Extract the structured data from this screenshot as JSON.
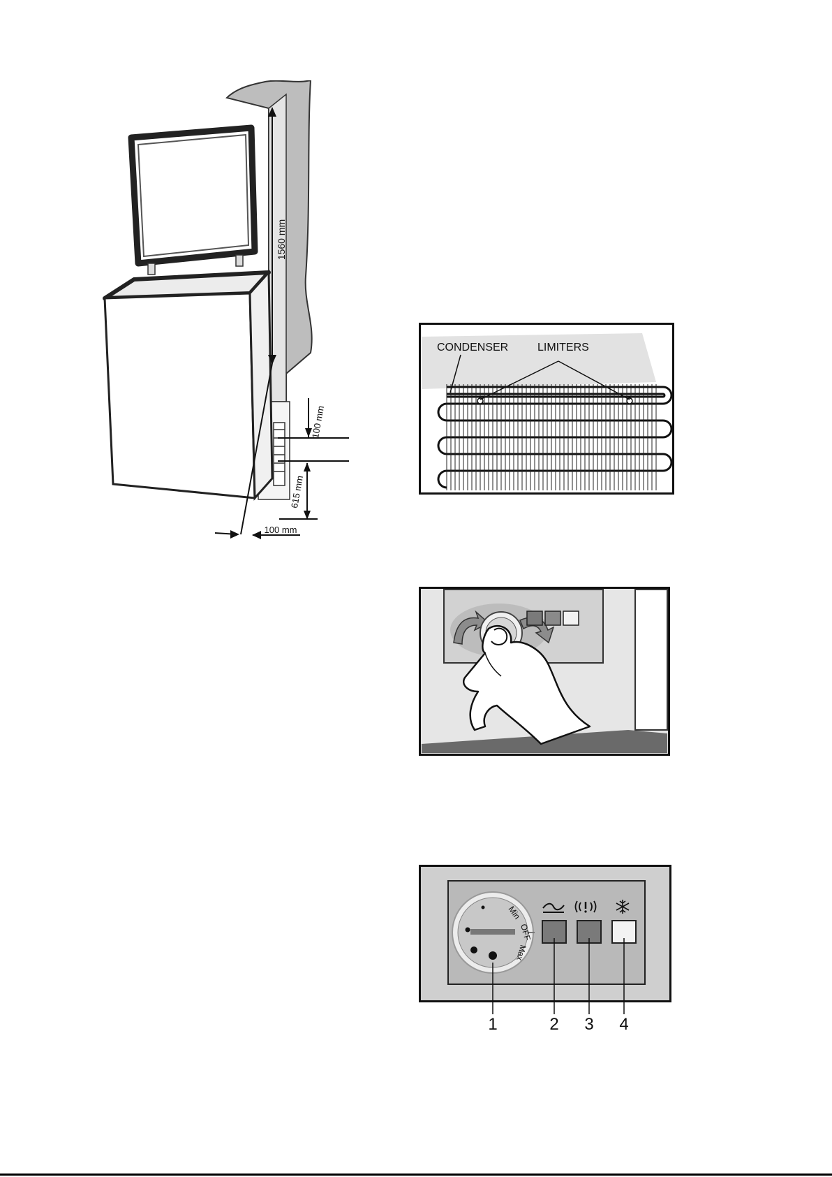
{
  "installation": {
    "height_label": "1560 mm",
    "rear_gap_label": "100 mm",
    "depth_label": "615 mm",
    "side_gap_label": "100 mm"
  },
  "condenser": {
    "condenser_label": "CONDENSER",
    "limiters_label": "LIMITERS"
  },
  "control_panel": {
    "knob_labels": [
      "Min",
      "OFF",
      "Max"
    ],
    "callouts": [
      "1",
      "2",
      "3",
      "4"
    ],
    "indicator_icons": [
      "power-wave-icon",
      "alarm-icon",
      "snowflake-icon"
    ]
  },
  "colors": {
    "panel_outer": "#cfcfcf",
    "panel_inner": "#b9b9b9",
    "lamp_dark": "#7a7a7a",
    "lamp_light": "#f2f2f2"
  }
}
